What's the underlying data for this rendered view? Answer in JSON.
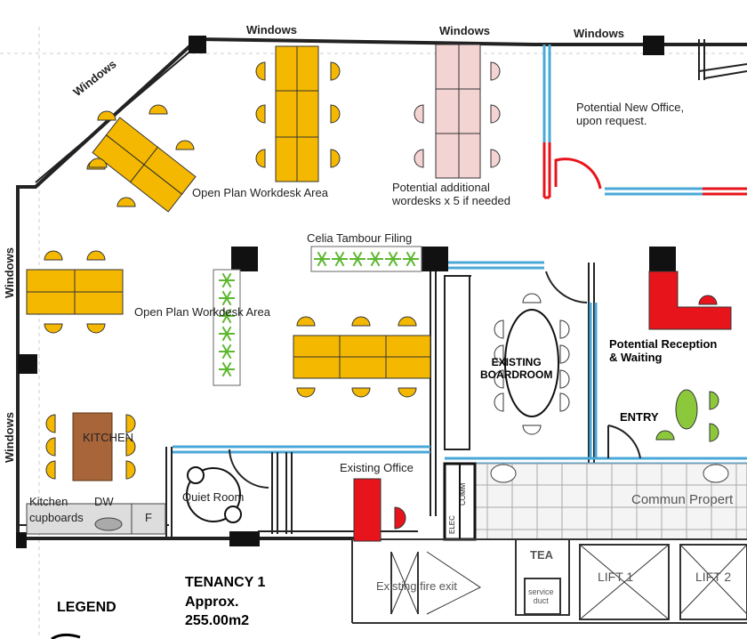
{
  "labels": {
    "windows_top1": "Windows",
    "windows_top2": "Windows",
    "windows_top3": "Windows",
    "windows_diag": "Windows",
    "windows_left1": "Windows",
    "windows_left2": "Windows",
    "open_plan_1": "Open Plan Workdesk Area",
    "open_plan_2": "Open Plan Workdesk Area",
    "potential_desks": "Potential additional\nwordesks x 5 if needed",
    "potential_office": "Potential New Office,\nupon request.",
    "celia": "Celia Tambour Filing",
    "boardroom": "EXISTING\nBOARDROOM",
    "reception": "Potential Reception\n& Waiting",
    "entry": "ENTRY",
    "kitchen": "KITCHEN",
    "kitchen_lbl": "Kitchen",
    "dw": "DW",
    "cupboards": "cupboards",
    "fridge": "F",
    "quiet_room": "Quiet Room",
    "existing_office": "Existing Office",
    "common": "Commun Propert",
    "tea": "TEA",
    "lift1": "LIFT 1",
    "lift2": "LIFT 2",
    "fire_exit": "Existing fire exit",
    "service_duct": "service\nduct",
    "elec": "ELEC",
    "comm": "COMM",
    "tenancy": "TENANCY 1\nApprox.\n255.00m2",
    "legend": "LEGEND"
  },
  "colors": {
    "desk": "#F5B800",
    "desk_pink": "#F4D3D3",
    "wall_blue": "#4AA8D8",
    "red": "#E8141B",
    "plant": "#5DB830",
    "green_chair": "#8CC83C"
  }
}
